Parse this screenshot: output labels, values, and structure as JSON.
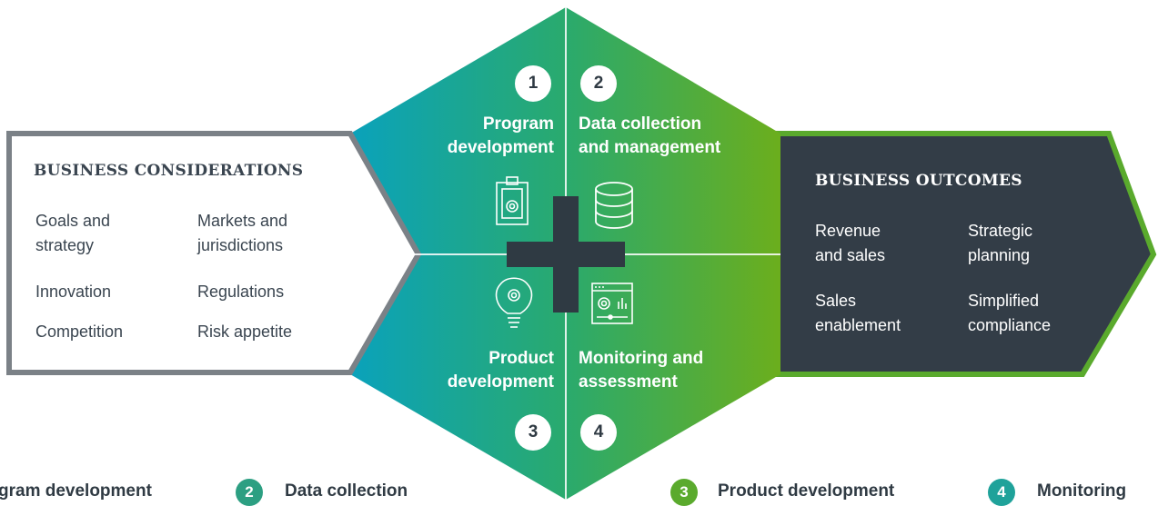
{
  "left_panel": {
    "title": "BUSINESS CONSIDERATIONS",
    "items": [
      [
        "Goals and",
        "strategy"
      ],
      [
        "Markets and",
        "jurisdictions"
      ],
      [
        "Innovation"
      ],
      [
        "Regulations"
      ],
      [
        "Competition"
      ],
      [
        "Risk appetite"
      ]
    ]
  },
  "right_panel": {
    "title": "BUSINESS OUTCOMES",
    "items": [
      [
        "Revenue",
        "and sales"
      ],
      [
        "Strategic",
        "planning"
      ],
      [
        "Sales",
        "enablement"
      ],
      [
        "Simplified",
        "compliance"
      ]
    ]
  },
  "quadrants": [
    {
      "number": "1",
      "title": [
        "Program",
        "development"
      ],
      "icon": "clipboard-gear-icon"
    },
    {
      "number": "2",
      "title": [
        "Data collection",
        "and management"
      ],
      "icon": "database-icon"
    },
    {
      "number": "3",
      "title": [
        "Product",
        "development"
      ],
      "icon": "lightbulb-gear-icon"
    },
    {
      "number": "4",
      "title": [
        "Monitoring and",
        "assessment"
      ],
      "icon": "dashboard-gear-icon"
    }
  ],
  "legend": [
    {
      "number": "",
      "label": "gram development"
    },
    {
      "number": "2",
      "label": "Data collection"
    },
    {
      "number": "3",
      "label": "Product development"
    },
    {
      "number": "4",
      "label": "Monitoring"
    }
  ],
  "colors": {
    "teal": "#0ba3b8",
    "green": "#5aaa2d",
    "dark": "#333d47",
    "gray_border": "#7b8187",
    "cross": "#2f3a43"
  }
}
